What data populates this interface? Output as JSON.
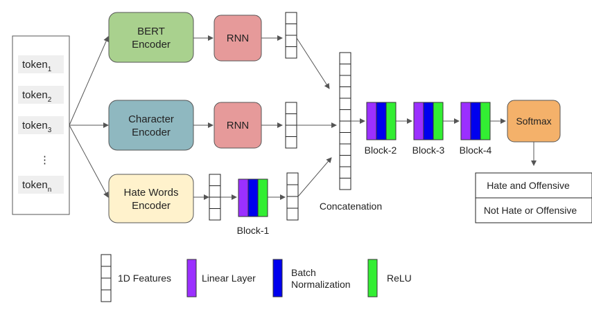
{
  "tokens": {
    "items": [
      {
        "base": "token",
        "sub": "1"
      },
      {
        "base": "token",
        "sub": "2"
      },
      {
        "base": "token",
        "sub": "3"
      },
      {
        "base": "token",
        "sub": "n"
      }
    ],
    "ellipsis": "⋮"
  },
  "encoders": {
    "bert": {
      "line1": "BERT",
      "line2": "Encoder"
    },
    "character": {
      "line1": "Character",
      "line2": "Encoder"
    },
    "hate_words": {
      "line1": "Hate Words",
      "line2": "Encoder"
    }
  },
  "rnn": {
    "top": "RNN",
    "middle": "RNN"
  },
  "blocks": {
    "block1": "Block-1",
    "block2": "Block-2",
    "block3": "Block-3",
    "block4": "Block-4"
  },
  "concatenation_label": "Concatenation",
  "softmax_label": "Softmax",
  "outputs": {
    "hate": "Hate and Offensive",
    "not_hate": "Not Hate or Offensive"
  },
  "legend": {
    "features": "1D Features",
    "linear": "Linear Layer",
    "batch_line1": "Batch",
    "batch_line2": "Normalization",
    "relu": "ReLU"
  },
  "colors": {
    "bert": "#a9d18e",
    "character": "#8fb8c0",
    "hate_words": "#fff2cc",
    "rnn": "#e69a9a",
    "softmax": "#f4b16a",
    "linear": "#9b30ff",
    "batch_norm": "#0000ee",
    "relu": "#33ee33"
  }
}
